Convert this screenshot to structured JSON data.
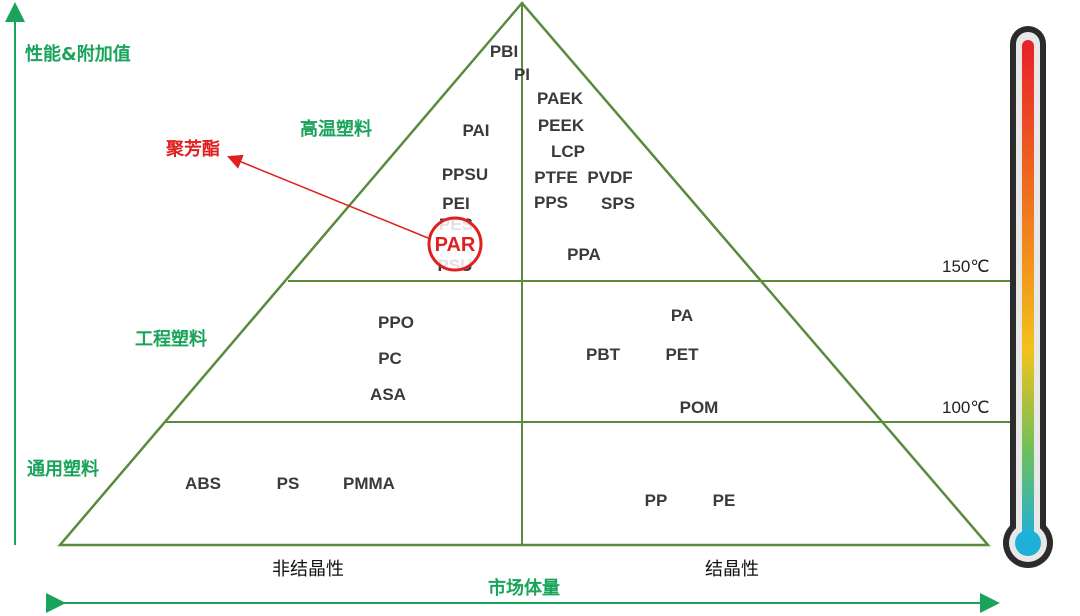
{
  "axes": {
    "y_label": "性能&附加值",
    "x_label": "市场体量"
  },
  "tiers": {
    "high": "高温塑料",
    "engineering": "工程塑料",
    "general": "通用塑料"
  },
  "bottom": {
    "amorphous": "非结晶性",
    "crystalline": "结晶性"
  },
  "temperatures": {
    "t150": "150℃",
    "t100": "100℃"
  },
  "callout": {
    "label": "聚芳酯",
    "highlight": "PAR"
  },
  "materials": {
    "high_left": [
      "PBI",
      "PAI",
      "PPSU",
      "PEI",
      "PES",
      "PSU"
    ],
    "high_right": [
      "PI",
      "PAEK",
      "PEEK",
      "LCP",
      "PTFE",
      "PVDF",
      "PPS",
      "SPS",
      "PPA"
    ],
    "eng_left": [
      "PPO",
      "PC",
      "ASA"
    ],
    "eng_right": [
      "PA",
      "PBT",
      "PET",
      "POM"
    ],
    "gen_left": [
      "ABS",
      "PS",
      "PMMA"
    ],
    "gen_right": [
      "PP",
      "PE"
    ]
  },
  "colors": {
    "pyramid_line": "#5a8a3c",
    "axis_green": "#1aa35a",
    "callout_red": "#e02020",
    "material_text": "#3a3a3a"
  }
}
